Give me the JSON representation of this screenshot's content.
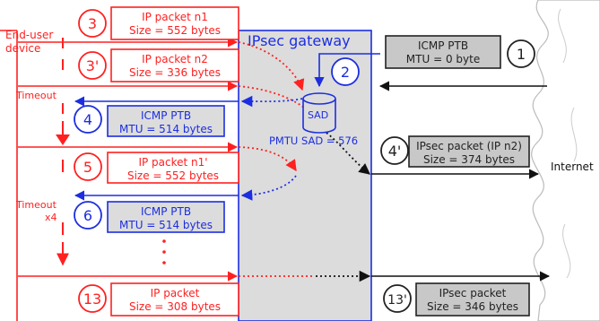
{
  "diagram": {
    "title": "IPsec gateway",
    "enduser_label": [
      "End-user",
      "device"
    ],
    "timeout_label": "Timeout",
    "timeout_x4_label": [
      "Timeout",
      "x4"
    ],
    "sad_label": "SAD",
    "pmtu_label": "PMTU SAD = 576",
    "internet_label": "Internet",
    "ellipsis_label": ". . .",
    "steps": [
      {
        "id": "3",
        "lines": [
          "IP packet n1",
          "Size = 552 bytes"
        ],
        "color": "#ff2020"
      },
      {
        "id": "3'",
        "lines": [
          "IP packet n2",
          "Size = 336 bytes"
        ],
        "color": "#ff2020"
      },
      {
        "id": "4",
        "lines": [
          "ICMP PTB",
          "MTU = 514 bytes"
        ],
        "color": "#1c2ee0"
      },
      {
        "id": "5",
        "lines": [
          "IP packet n1'",
          "Size = 552 bytes"
        ],
        "color": "#ff2020"
      },
      {
        "id": "6",
        "lines": [
          "ICMP PTB",
          "MTU = 514 bytes"
        ],
        "color": "#1c2ee0"
      },
      {
        "id": "13",
        "lines": [
          "IP packet",
          "Size = 308 bytes"
        ],
        "color": "#ff2020"
      },
      {
        "id": "1",
        "lines": [
          "ICMP PTB",
          "MTU = 0 byte"
        ],
        "color": "#222222"
      },
      {
        "id": "2",
        "lines": [],
        "color": "#1c2ee0"
      },
      {
        "id": "4'",
        "lines": [
          "IPsec packet (IP n2)",
          "Size = 374 bytes"
        ],
        "color": "#222222"
      },
      {
        "id": "13'",
        "lines": [
          "IPsec packet",
          "Size = 346 bytes"
        ],
        "color": "#222222"
      }
    ],
    "colors": {
      "red": "#ff2020",
      "blue": "#1c2ee0",
      "gateway_fill": "#dcdcdc",
      "gray_box": "#c8c8c8"
    }
  }
}
